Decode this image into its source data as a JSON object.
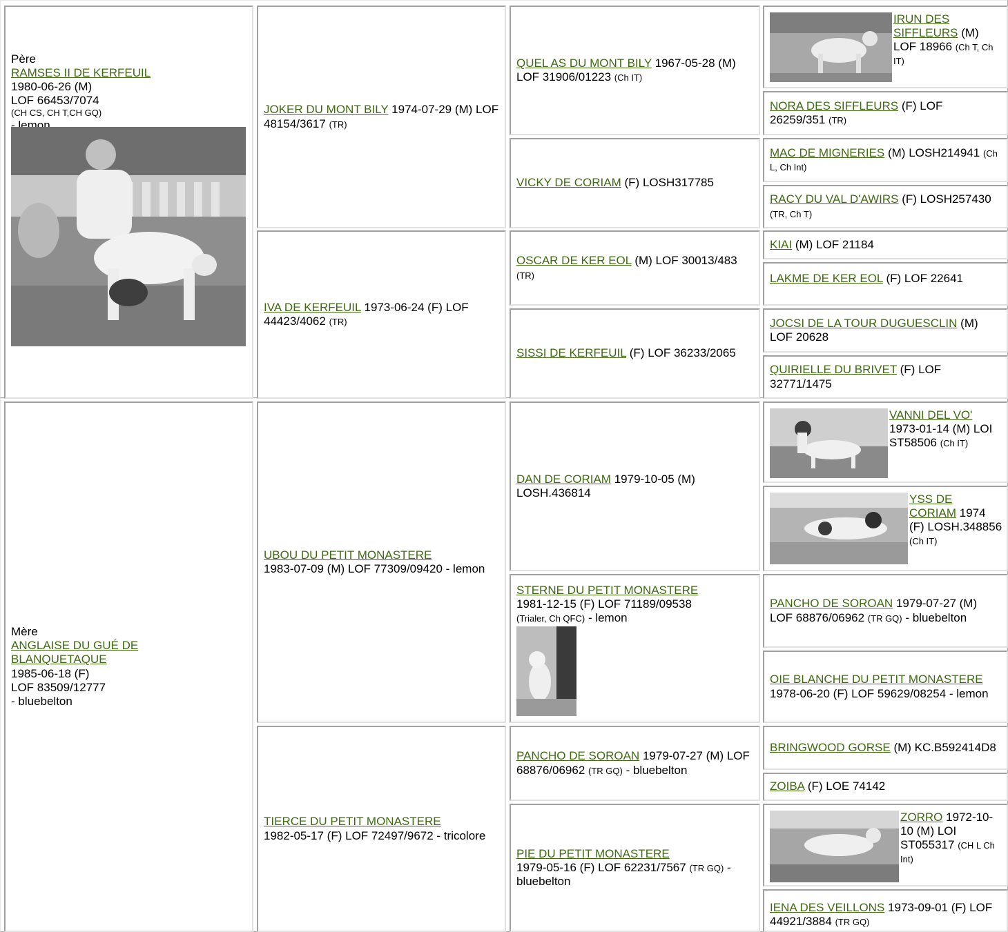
{
  "sire": {
    "label": "Père",
    "name": "RAMSES II DE KERFEUIL",
    "line1": "1980-06-26 (M)",
    "line2": "LOF 66453/7074",
    "titles": "(CH CS, CH T,CH GQ)",
    "color": "- lemon"
  },
  "dam": {
    "label": "Mère",
    "name": "ANGLAISE DU GUÉ DE BLANQUETAQUE",
    "line1": "1985-06-18 (F)",
    "line2": "LOF 83509/12777",
    "color": "- bluebelton"
  },
  "gen2": {
    "joker": {
      "name": "JOKER DU MONT BILY",
      "info": "1974-07-29 (M) LOF 48154/3617",
      "titles": "(TR)"
    },
    "iva": {
      "name": "IVA DE KERFEUIL",
      "info": "1973-06-24 (F) LOF 44423/4062",
      "titles": "(TR)"
    },
    "ubou": {
      "name": "UBOU DU PETIT MONASTERE",
      "info": "1983-07-09 (M) LOF 77309/09420 - lemon"
    },
    "tierce": {
      "name": "TIERCE DU PETIT MONASTERE",
      "info": "1982-05-17 (F) LOF 72497/9672 - tricolore"
    }
  },
  "gen3": {
    "quel": {
      "name": "QUEL AS DU MONT BILY",
      "info": "1967-05-28 (M) LOF 31906/01223",
      "titles": "(Ch IT)"
    },
    "vicky": {
      "name": "VICKY DE CORIAM",
      "info": "(F) LOSH317785"
    },
    "oscar": {
      "name": "OSCAR DE KER EOL",
      "info": "(M) LOF 30013/483",
      "titles": "(TR)"
    },
    "sissi": {
      "name": "SISSI DE KERFEUIL",
      "info": "(F) LOF 36233/2065"
    },
    "dan": {
      "name": "DAN DE CORIAM",
      "info": "1979-10-05 (M) LOSH.436814"
    },
    "sterne": {
      "name": "STERNE DU PETIT MONASTERE",
      "info": "1981-12-15 (F) LOF 71189/09538",
      "titles": "(Trialer, Ch QFC)",
      "color": "- lemon"
    },
    "pancho": {
      "name": "PANCHO DE SOROAN",
      "info": "1979-07-27 (M) LOF 68876/06962",
      "titles": "(TR GQ)",
      "color": "- bluebelton"
    },
    "pie": {
      "name": "PIE DU PETIT MONASTERE",
      "info": "1979-05-16 (F) LOF 62231/7567",
      "titles": "(TR GQ)",
      "color": "- bluebelton"
    }
  },
  "gen4": {
    "irun": {
      "name": "IRUN DES SIFFLEURS",
      "info": "(M) LOF 18966",
      "titles": "(Ch T, Ch IT)"
    },
    "nora": {
      "name": "NORA DES SIFFLEURS",
      "info": "(F) LOF 26259/351",
      "titles": "(TR)"
    },
    "mac": {
      "name": "MAC DE MIGNERIES",
      "info": "(M) LOSH214941",
      "titles": "(Ch L, Ch Int)"
    },
    "racy": {
      "name": "RACY DU VAL D'AWIRS",
      "info": "(F) LOSH257430",
      "titles": "(TR, Ch T)"
    },
    "kiai": {
      "name": "KIAI",
      "info": "(M) LOF 21184"
    },
    "lakme": {
      "name": "LAKME DE KER EOL",
      "info": "(F) LOF 22641"
    },
    "jocsi": {
      "name": "JOCSI DE LA TOUR DUGUESCLIN",
      "info": "(M) LOF 20628"
    },
    "quirielle": {
      "name": "QUIRIELLE DU BRIVET",
      "info": "(F) LOF 32771/1475"
    },
    "vanni": {
      "name": "VANNI DEL VO'",
      "info": "1973-01-14 (M) LOI ST58506",
      "titles": "(Ch IT)"
    },
    "yss": {
      "name": "YSS DE CORIAM",
      "info": "1974 (F) LOSH.348856",
      "titles": "(Ch IT)"
    },
    "pancho": {
      "name": "PANCHO DE SOROAN",
      "info": "1979-07-27 (M) LOF 68876/06962",
      "titles": "(TR GQ)",
      "color": "- bluebelton"
    },
    "oie": {
      "name": "OIE BLANCHE DU PETIT MONASTERE",
      "info": "1978-06-20 (F) LOF 59629/08254 - lemon"
    },
    "bringwood": {
      "name": "BRINGWOOD GORSE",
      "info": "(M) KC.B592414D8"
    },
    "zoiba": {
      "name": "ZOIBA",
      "info": "(F) LOE 74142"
    },
    "zorro": {
      "name": "ZORRO",
      "info": "1972-10-10 (M) LOI ST055317",
      "titles": "(CH L Ch Int)"
    },
    "iena": {
      "name": "IENA DES VEILLONS",
      "info": "1973-09-01 (F) LOF 44921/3884",
      "titles": "(TR GQ)"
    }
  },
  "colors": {
    "link": "#3e6b11",
    "border": "#a0a0a0"
  }
}
